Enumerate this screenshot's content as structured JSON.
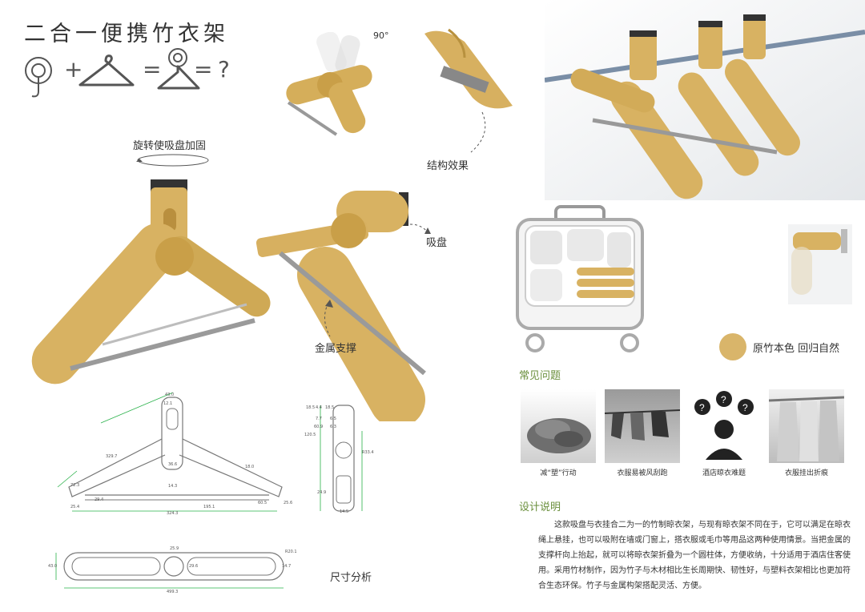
{
  "title": "二合一便携竹衣架",
  "formula": {
    "plus": "+",
    "equals1": "=",
    "equals2": "=",
    "question": "?"
  },
  "angle_label": "90°",
  "labels": {
    "rotate": "旋转使吸盘加固",
    "structure_effect": "结构效果",
    "suction_cup": "吸盘",
    "metal_support": "金属支撑",
    "dimension_analysis": "尺寸分析"
  },
  "material": {
    "text": "原竹本色  回归自然",
    "color": "#d9b56a"
  },
  "faq": {
    "heading": "常见问题",
    "items": [
      {
        "caption": "减“塑”行动"
      },
      {
        "caption": "衣服易被风刮跑"
      },
      {
        "caption": "酒店晾衣难题"
      },
      {
        "caption": "衣服挂出折痕"
      }
    ]
  },
  "design": {
    "heading": "设计说明",
    "text": "这款吸盘与衣挂合二为一的竹制晾衣架，与现有晾衣架不同在于，它可以满足在晾衣绳上悬挂，也可以吸附在墙或门窗上，搭衣服或毛巾等用品这两种使用情景。当把金属的支撑杆向上抬起，就可以将晾衣架折叠为一个圆柱体，方便收纳，十分适用于酒店住客使用。采用竹材制作，因为竹子与木材相比生长周期快、韧性好，与塑料衣架相比也更加符合生态环保。竹子与金属构架搭配灵活、方便。"
  },
  "dimensions": {
    "top_view": [
      "43.0",
      "12.1",
      "329.7",
      "36.6",
      "72.3",
      "14.3",
      "18.0",
      "29.4",
      "25.4",
      "195.1",
      "324.3",
      "60.5",
      "25.6"
    ],
    "side_view": [
      "18.5",
      "4.4",
      "18.5",
      "120.5",
      "7.7",
      "60.9",
      "6.5",
      "6.3",
      "R33.4",
      "24.9",
      "14.5"
    ],
    "folded_view": [
      "25.9",
      "R20.1",
      "43.0",
      "29.6",
      "14.7",
      "499.3"
    ]
  }
}
